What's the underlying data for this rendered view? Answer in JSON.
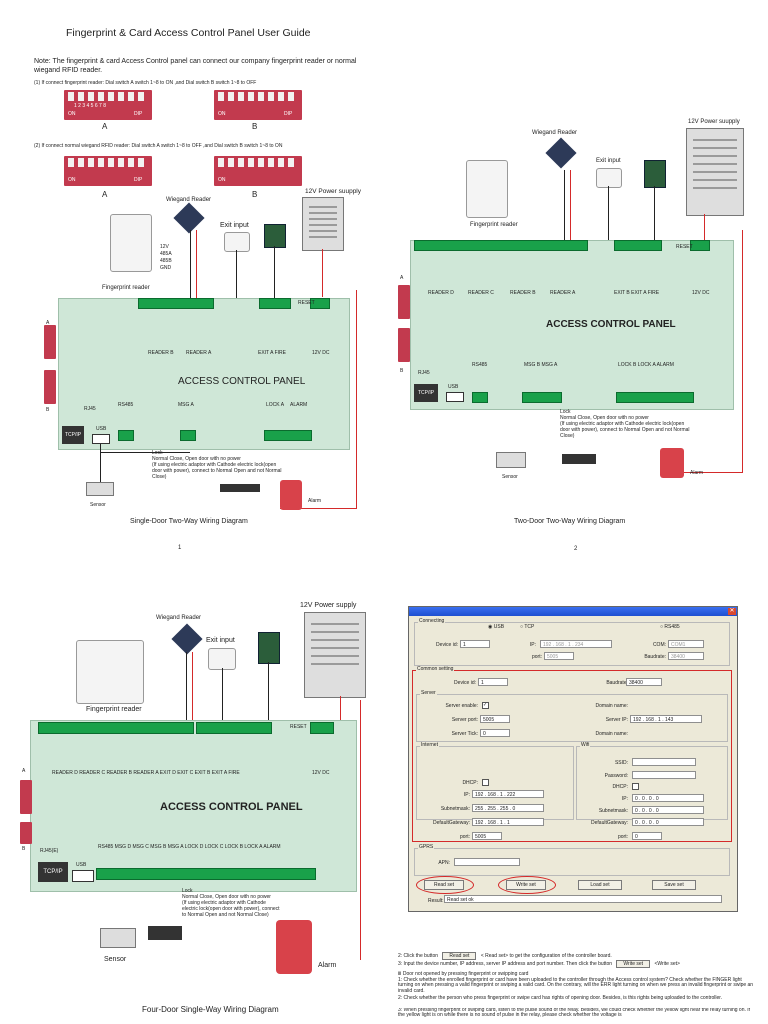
{
  "guide": {
    "title": "Fingerprint & Card Access Control Panel User Guide",
    "note": "Note: The fingerprint & card Access Control panel can connect our company fingerprint reader or normal wiegand RFID reader.",
    "step1": "(1) If connect fingerprint reader: Dial switch A switch 1~8 to ON ,and Dial switch B switch 1~8 to OFF",
    "step2": "(2) If connect normal wiegand RFID reader: Dial switch A switch 1~8 to OFF ,and Dial switch B switch 1~8 to ON",
    "dip_on": "ON",
    "dip_dip": "DIP",
    "dip_nums": "1 2 3 4 5 6 7 8",
    "switch_a": "A",
    "switch_b": "B"
  },
  "diagram1": {
    "caption": "Single-Door Two-Way Wiring Diagram",
    "page_no": "1",
    "panel_label": "ACCESS CONTROL PANEL",
    "wiegand": "Wiegand Reader",
    "exit": "Exit input",
    "psu": "12V Power suupply",
    "fp_reader": "Fingerprint reader",
    "rj45": "RJ45",
    "usb": "USB",
    "rs485": "RS485",
    "msg": "MSG A",
    "lock": "LOCK A",
    "alarm_h": "ALARM",
    "reader_b": "READER B",
    "reader_a": "READER A",
    "exit_fire": "EXIT A FIRE",
    "dc": "12V DC",
    "reset": "RESET",
    "tcpip": "TCP/IP",
    "a": "A",
    "b": "B",
    "lock_note": "Lock\nNormal Close, Open door with no power\n(If using electric adaptor with Cathode electric lock(open door with power), connect to Normal Open and not Normal Close)",
    "sensor": "Sensor",
    "alarm": "Alarm",
    "wire_12v": "12V",
    "wire_485a": "485A",
    "wire_485b": "485B",
    "wire_gnd": "GND"
  },
  "diagram2": {
    "caption": "Two-Door Two-Way Wiring Diagram",
    "page_no": "2",
    "panel_label": "ACCESS CONTROL PANEL",
    "wiegand": "Wiegand Reader",
    "exit": "Exit input",
    "psu": "12V Power suupply",
    "fp_reader": "Fingerprint reader",
    "rj45": "RJ45",
    "usb": "USB",
    "rs485": "RS485",
    "msg": "MSG B MSG A",
    "lock": "LOCK B   LOCK A   ALARM",
    "readers": [
      "READER D",
      "READER C",
      "READER B",
      "READER A"
    ],
    "exit_fire": "EXIT B  EXIT A  FIRE",
    "dc": "12V DC",
    "reset": "RESET",
    "tcpip": "TCP/IP",
    "a": "A",
    "b": "B",
    "lock_note": "Lock\nNormal Close, Open door with no power\n(If using electric adaptor with Cathode electric lock(open door with power), connect to Normal Open and not Normal Close)",
    "sensor": "Sensor",
    "alarm": "Alarm"
  },
  "diagram3": {
    "caption": "Four-Door Single-Way Wiring Diagram",
    "panel_label": "ACCESS  CONTROL PANEL",
    "wiegand": "Wiegand Reader",
    "exit": "Exit input",
    "psu": "12V Power supply",
    "fp_reader": "Fingerprint reader",
    "rj45": "RJ45(E)",
    "usb": "USB",
    "bottom_labels": "RS485  MSG D  MSG C  MSG B  MSG A    LOCK D    LOCK C    LOCK B    LOCK A    ALARM",
    "top_labels": "READER D    READER C    READER B    READER A   EXIT D  EXIT C  EXIT B  EXIT A  FIRE",
    "dc": "12V DC",
    "reset": "RESET",
    "tcpip": "TCP/IP",
    "a": "A",
    "b": "B",
    "lock_note": "Lock\nNormal Close, Open door with no power\n(If using electric adaptor with Cathode electric lock(open door with power), connect to Normal Open and not Normal Close)",
    "sensor": "Sensor",
    "alarm": "Alarm"
  },
  "software": {
    "connecting": "Connecting",
    "conn_options": [
      "USB",
      "TCP",
      "RS485"
    ],
    "device_id_label": "Device id:",
    "device_id": "1",
    "ip_label": "IP:",
    "ip_value": "192 . 168 . 1 . 234",
    "port_label": "port:",
    "port_value": "5005",
    "com_label": "COM:",
    "com_value": "COM1",
    "baud_label": "Baudrate:",
    "baud_value": "38400",
    "common_setting": "Common setting",
    "device_id2": "1",
    "baud_value2": "38400",
    "server": "Server",
    "server_enable": "Server enable:",
    "domain_name": "Domain name:",
    "server_port_label": "Server port:",
    "server_port": "5005",
    "server_ip_label": "Server IP:",
    "server_ip": "192 . 168 . 1 . 143",
    "server_tick_label": "Server Tick:",
    "server_tick": "0",
    "domain_name2": "Domain name:",
    "internet": "Internet",
    "wifi": "Wifi",
    "dhcp": "DHCP:",
    "ip": "IP:",
    "ip_int": "192 . 168 . 1 . 222",
    "subnet_label": "Subnetmask:",
    "subnet": "255 . 255 . 255 . 0",
    "gateway_label": "DefaultGateway:",
    "gateway": "192 . 168 . 1 . 1",
    "port2": "5005",
    "ssid": "SSID:",
    "password": "Password:",
    "wifi_ip": "0 . 0 . 0 . 0",
    "wifi_subnet": "0 . 0 . 0 . 0",
    "wifi_gateway": "0 . 0 . 0 . 0",
    "wifi_port": "0",
    "gprs": "GPRS",
    "apn": "APN:",
    "read_set": "Read set",
    "write_set": "Write set",
    "load_set": "Load set",
    "save_set": "Save set",
    "result_label": "Result:",
    "result": "Read set ok"
  },
  "instructions": {
    "line1_pre": "2: Click the button",
    "read_btn": "Read set",
    "line1_post": "< Read set> to get the configuration of the controller board.",
    "line2_pre": "3: Input the device number, IP address, server IP address and port number. Then click the button",
    "write_btn": "Write set",
    "line2_post": "<Write set>",
    "heading": "Ⅲ   Door not opened by pressing fingerprint or swipping card",
    "p1": "1: Check whether the enrolled fingerprint or card have been uploaded to the controller through the Access control system? Check whether the FINGER light turning on when pressing a valid fingerprint or swiping a valid card. On the contrary, will the ERR light turning on when we press an invalid fingerprint or swipe an invalid card.",
    "p2": "2:  Check whether the person who press fingerprint or swipe card has rights of opening door. Besides, is this rights being uploaded to the controller.",
    "p3": "3: When pressing fingerprint or swiping card, listen to the pulse sound of the relay. Besides, we could check whether the yellow light near the relay turning on. If the yellow light is on while there is no sound of pulse in the relay, please check whether the voltage is"
  }
}
